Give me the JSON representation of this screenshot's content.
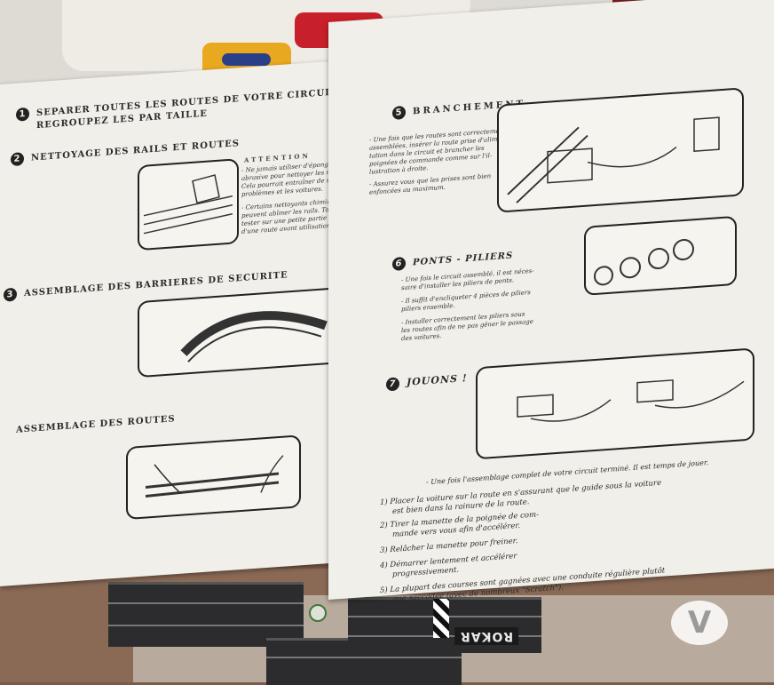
{
  "left_sheet": {
    "step1": {
      "num": "1",
      "title": "SEPARER TOUTES LES ROUTES DE VOTRE CIRCUIT :",
      "title2": "REGROUPEZ LES PAR TAILLE"
    },
    "step2": {
      "num": "2",
      "title": "NETTOYAGE DES RAILS ET ROUTES",
      "attention": "ATTENTION",
      "notes": [
        "- Ne jamais utiliser d'éponge",
        "abrasive pour nettoyer les rails.",
        "Cela pourrait entraîner de sérieux",
        "problèmes et les voitures.",
        "- Certains nettoyants chimiques",
        "peuvent abîmer les rails. Toujours",
        "tester sur une petite partie",
        "d'une route avant utilisation."
      ]
    },
    "step3": {
      "num": "3",
      "title": "ASSEMBLAGE DES BARRIERES DE SECURITE"
    },
    "step4": {
      "title": "ASSEMBLAGE DES ROUTES"
    }
  },
  "right_sheet": {
    "step5": {
      "num": "5",
      "title": "BRANCHEMENT",
      "notes": [
        "- Une fois que les routes sont correctement",
        "assemblées, insérer la route prise d'alimen-",
        "tation dans le circuit et brancher les",
        "poignées de commande comme sur l'il-",
        "lustration à droite.",
        "- Assurez vous que les prises sont bien",
        "enfoncées au maximum."
      ]
    },
    "step6": {
      "num": "6",
      "title": "PONTS - PILIERS",
      "notes": [
        "- Une fois le circuit assemblé, il est néces-",
        "saire d'installer les piliers de ponts.",
        "- Il suffit d'encliqueter 4 pièces de piliers",
        "piliers ensemble.",
        "- Installer correctement les piliers sous",
        "les routes afin de ne pas gêner le passage",
        "des voitures."
      ]
    },
    "step7": {
      "num": "7",
      "title": "JOUONS !"
    },
    "intro": "- Une fois l'assemblage complet de   votre circuit terminé. Il est temps de jouer.",
    "instructions": [
      "1) Placer la voiture sur la route en s'assurant que le guide sous la voiture",
      "est bien dans la rainure de la route.",
      "2) Tirer la manette de la poignée de com-",
      "mande vers vous afin d'accélérer.",
      "3) Relâcher la manette pour freiner.",
      "4) Démarrer lentement et accélérer",
      "progressivement.",
      "5) La plupart des courses sont gagnées avec une conduite régulière plutôt",
      "que saccadée (avec de nombreux \"Scratch\")."
    ]
  },
  "track_brand": "ROKAR",
  "watermark_logo": "V",
  "colors": {
    "paper": "#f1efe9",
    "ink": "#222222",
    "floor": "#8a6a55",
    "track": "#2c2c2e"
  }
}
